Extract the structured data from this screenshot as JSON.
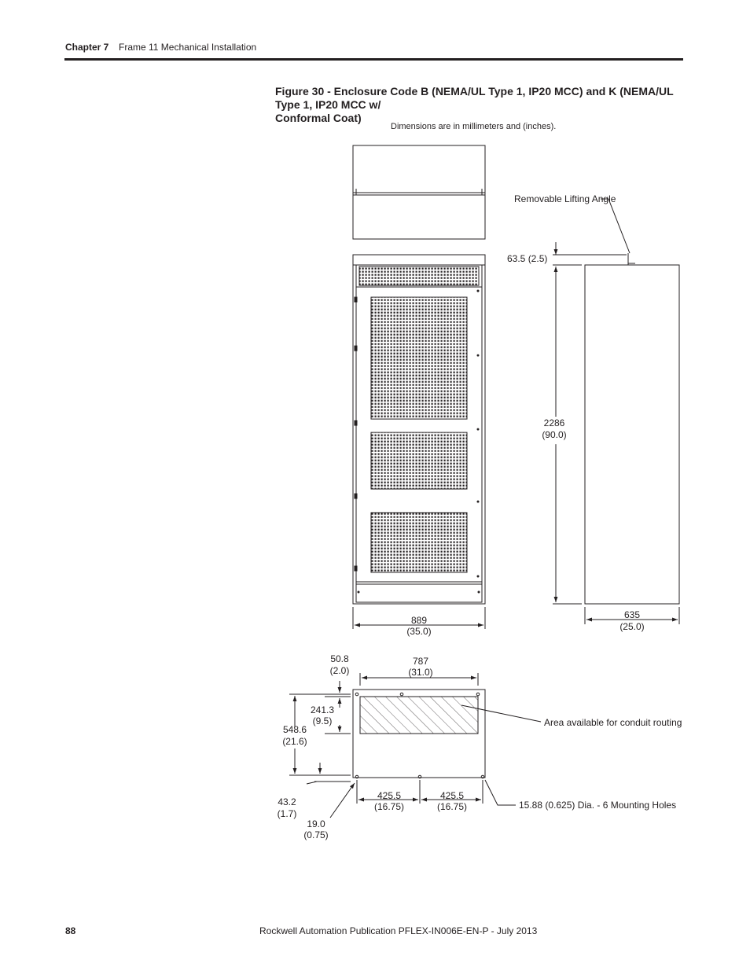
{
  "header": {
    "chapter": "Chapter 7",
    "title": "Frame 11 Mechanical Installation"
  },
  "figure": {
    "caption_line1": "Figure 30 - Enclosure Code B (NEMA/UL Type 1, IP20 MCC) and K (NEMA/UL Type 1, IP20 MCC w/",
    "caption_line2": "Conformal Coat)",
    "note": "Dimensions are in millimeters and (inches)."
  },
  "labels": {
    "lifting_angle": "Removable Lifting Angle",
    "conduit_area": "Area available for conduit routing",
    "mounting_holes": "15.88 (0.625) Dia. - 6 Mounting Holes"
  },
  "dimensions": {
    "lift_height": "63.5 (2.5)",
    "height_mm": "2286",
    "height_in": "(90.0)",
    "width_mm": "889",
    "width_in": "(35.0)",
    "depth_mm": "635",
    "depth_in": "(25.0)",
    "hole_span_mm": "787",
    "hole_span_in": "(31.0)",
    "front_offset_mm": "50.8",
    "front_offset_in": "(2.0)",
    "conduit_depth_mm": "241.3",
    "conduit_depth_in": "(9.5)",
    "hole_depth_mm": "548.6",
    "hole_depth_in": "(21.6)",
    "rear_offset_mm": "43.2",
    "rear_offset_in": "(1.7)",
    "side_offset_mm": "19.0",
    "side_offset_in": "(0.75)",
    "hole_pitch1_mm": "425.5",
    "hole_pitch1_in": "(16.75)",
    "hole_pitch2_mm": "425.5",
    "hole_pitch2_in": "(16.75)"
  },
  "footer": {
    "page_number": "88",
    "publication": "Rockwell Automation Publication PFLEX-IN006E-EN-P - July 2013"
  }
}
